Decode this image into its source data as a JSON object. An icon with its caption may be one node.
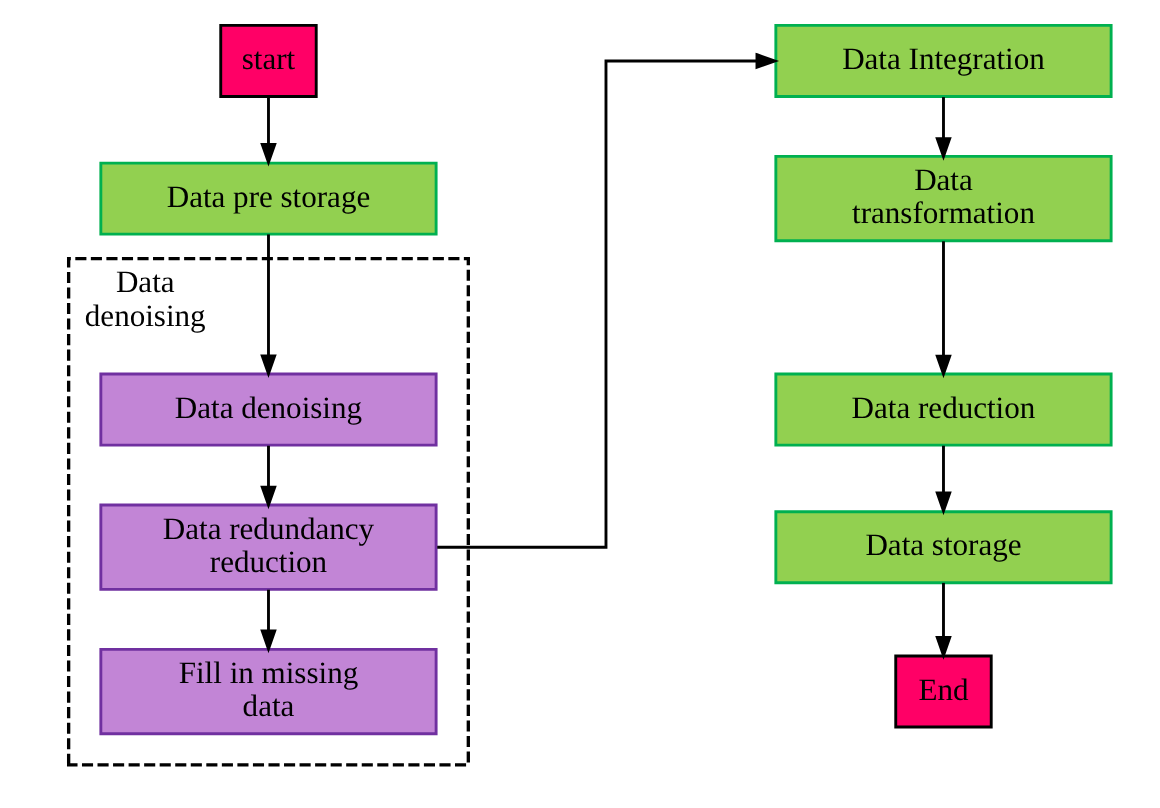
{
  "diagram": {
    "nodes": [
      {
        "text": [
          "start"
        ]
      },
      {
        "text": [
          "Data pre storage"
        ]
      },
      {
        "text": [
          "Data denoising"
        ]
      },
      {
        "text": [
          "Data denoising"
        ],
        "in": 2
      },
      {
        "text": [
          "Data redundancy reduction"
        ],
        "in": 2
      },
      {
        "text": [
          "Fill in missing data"
        ],
        "in": 2
      },
      {
        "text": [
          "Data Integration"
        ]
      },
      {
        "text": [
          "Data transformation"
        ]
      },
      {
        "text": [
          "Data reduction"
        ]
      },
      {
        "text": [
          "Data storage"
        ]
      },
      {
        "text": [
          "End"
        ]
      }
    ],
    "edges": [
      {
        "from": 0,
        "to": 1,
        "arrow": "to"
      },
      {
        "from": 1,
        "to": 3,
        "arrow": "to"
      },
      {
        "from": 3,
        "to": 4,
        "arrow": "to"
      },
      {
        "from": 4,
        "to": 5,
        "arrow": "to"
      },
      {
        "from": 4,
        "to": 6,
        "arrow": "to"
      },
      {
        "from": 6,
        "to": 7,
        "arrow": "to"
      },
      {
        "from": 7,
        "to": 8,
        "arrow": "to"
      },
      {
        "from": 8,
        "to": 9,
        "arrow": "to"
      },
      {
        "from": 9,
        "to": 10,
        "arrow": "to"
      }
    ]
  }
}
